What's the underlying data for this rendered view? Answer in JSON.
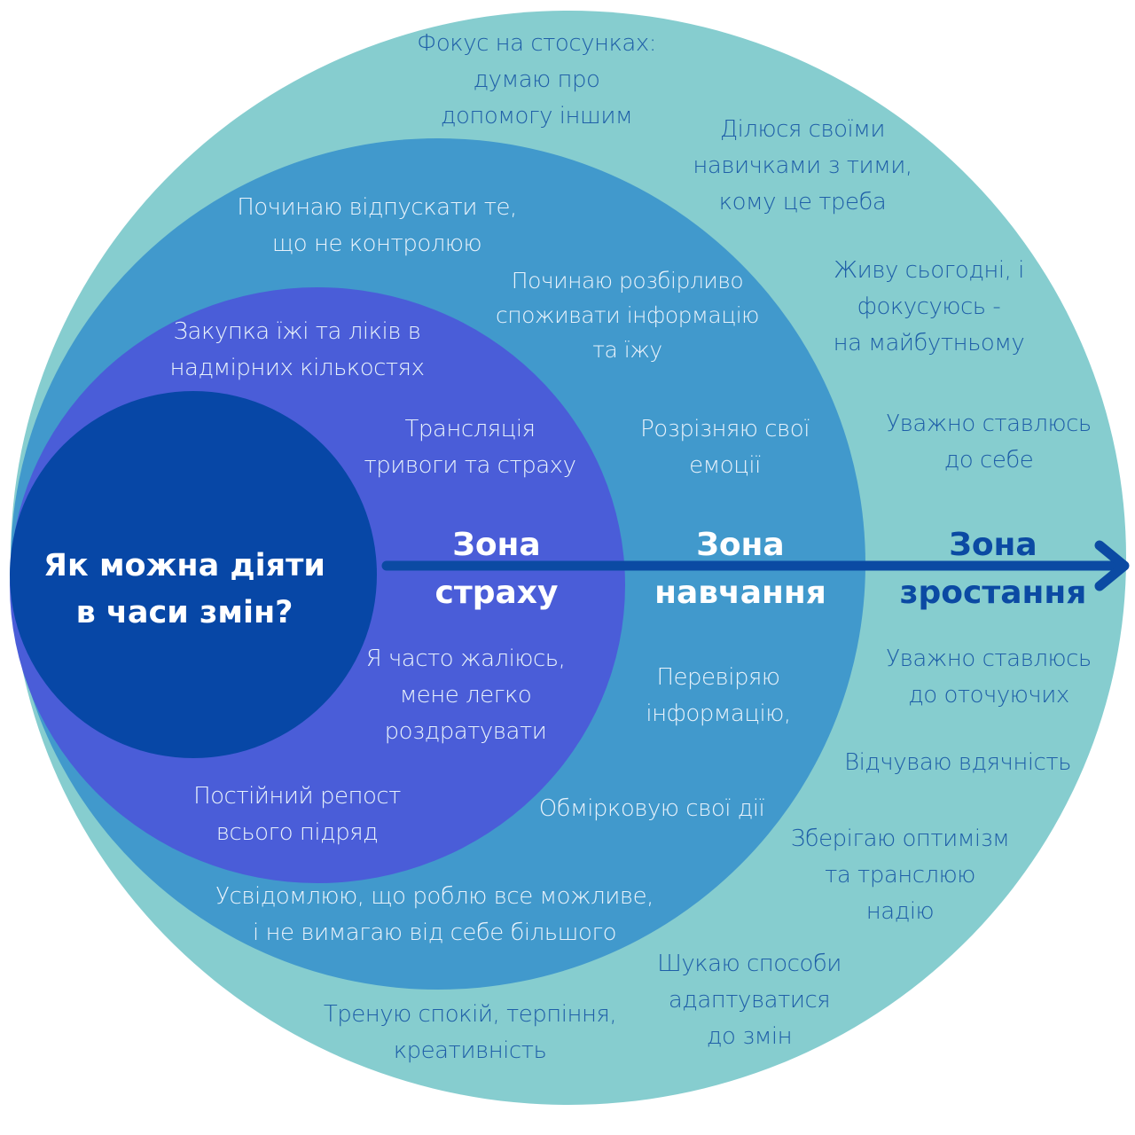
{
  "colors": {
    "growth_zone": "#86cdcf",
    "learning_zone": "#4199cc",
    "fear_zone": "#4a5dd8",
    "center": "#0747a6",
    "arrow": "#0b4aa3",
    "text_light": "#e8f2fb",
    "text_dark": "#1f5fa8"
  },
  "center_question": "Як можна діяти\nв часи змін?",
  "zones": {
    "fear": {
      "title": "Зона\nстраху",
      "items": [
        "Закупка їжі та ліків в\nнадмірних кількостях",
        "Трансляція\nтривоги та страху",
        "Я часто жаліюсь,\nмене легко\nроздратувати",
        "Постійний репост\nвсього підряд"
      ]
    },
    "learning": {
      "title": "Зона\nнавчання",
      "items": [
        "Починаю відпускати те,\nщо не контролюю",
        "Починаю розбірливо\nспоживати інформацію\nта їжу",
        "Розрізняю свої\nемоції",
        "Перевіряю\nінформацію,",
        "Обмірковую свої дії",
        "Усвідомлюю, що роблю все можливе,\nі не вимагаю від себе більшого"
      ]
    },
    "growth": {
      "title": "Зона\nзростання",
      "items": [
        "Фокус на стосунках:\nдумаю про\nдопомогу іншим",
        "Ділюся своїми\nнавичками з тими,\nкому це треба",
        "Живу сьогодні, і\nфокусуюсь -\nна майбутньому",
        "Уважно ставлюсь\nдо себе",
        "Уважно ставлюсь\nдо оточуючих",
        "Відчуваю вдячність",
        "Зберігаю оптимізм\nта транслюю\nнадію",
        "Шукаю способи\nадаптуватися\nдо змін",
        "Треную спокій, терпіння,\nкреативність"
      ]
    }
  },
  "icons": {
    "arrow": "arrow-right-icon"
  }
}
